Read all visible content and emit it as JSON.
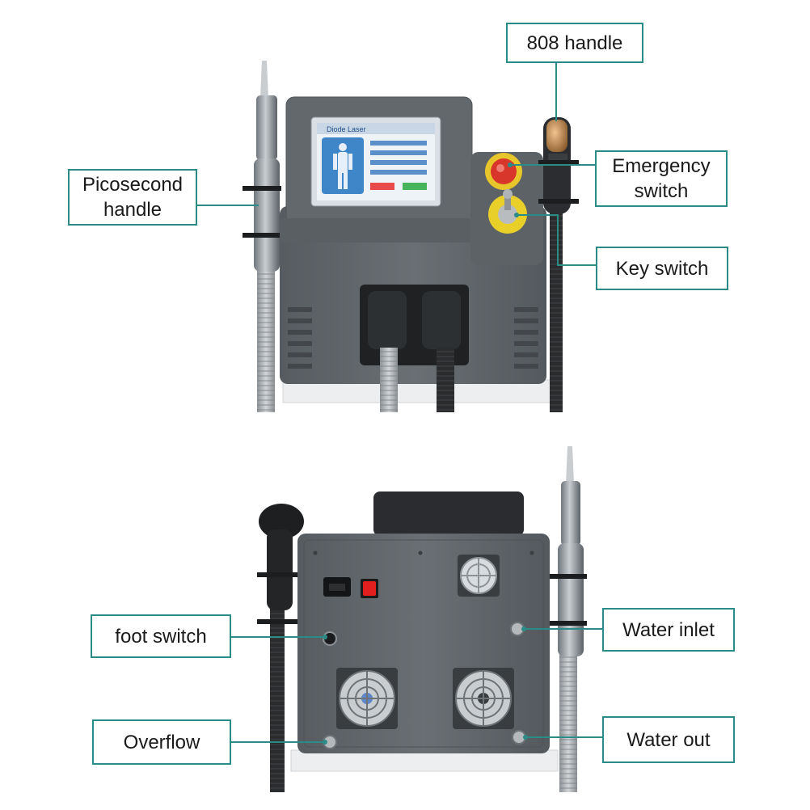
{
  "callouts": {
    "handle_808": "808 handle",
    "picosecond_line1": "Picosecond",
    "picosecond_line2": "handle",
    "emergency_line1": "Emergency",
    "emergency_line2": "switch",
    "key_switch": "Key switch",
    "foot_switch": "foot switch",
    "water_inlet": "Water inlet",
    "overflow": "Overflow",
    "water_out": "Water out"
  },
  "screen": {
    "header": "Diode Laser"
  },
  "colors": {
    "accent": "#2a8b87",
    "device_body": "#5f6469",
    "panel_dark": "#4b5055",
    "emergency_button": "#d8352b",
    "key_ring": "#e8cf2a",
    "screen_blue": "#3f86c9",
    "rocker_switch": "#e11f1f"
  },
  "icons": [
    "emergency-stop-icon",
    "key-switch-icon",
    "fan-icon",
    "power-socket-icon",
    "rocker-switch-icon",
    "body-silhouette-icon"
  ]
}
